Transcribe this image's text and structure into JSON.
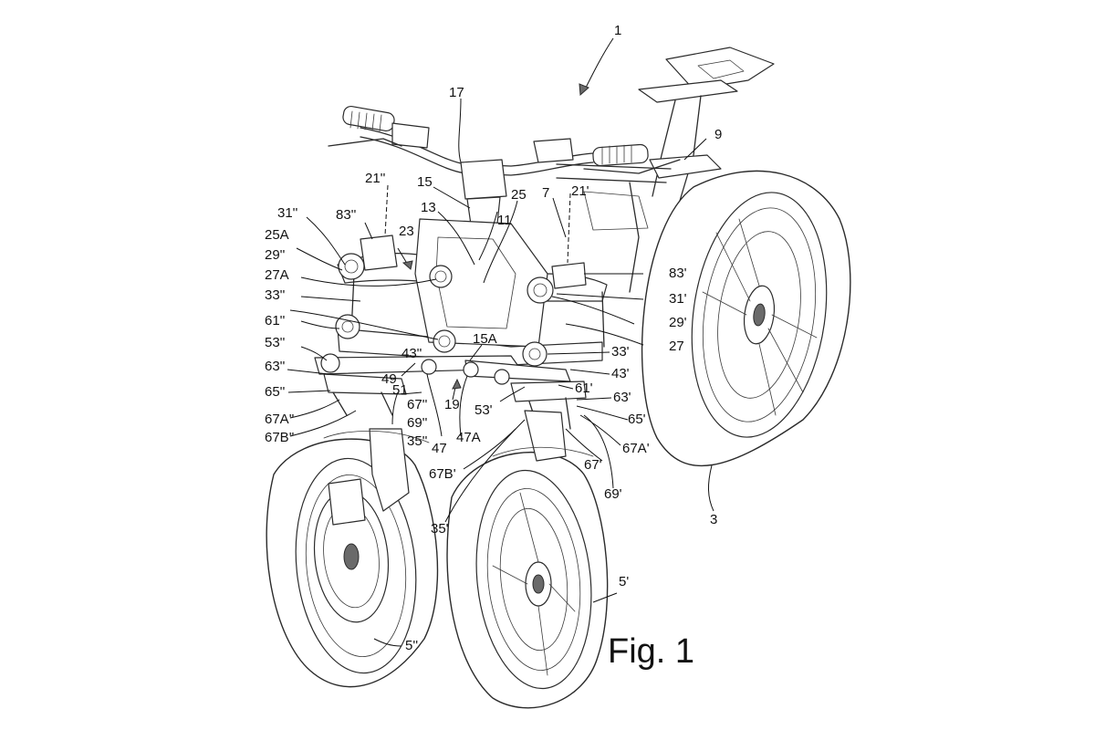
{
  "figure": {
    "caption": "Fig. 1",
    "labels": {
      "l1": "1",
      "l3": "3",
      "l5p": "5'",
      "l5pp": "5''",
      "l7": "7",
      "l9": "9",
      "l11": "11",
      "l13": "13",
      "l15": "15",
      "l15A": "15A",
      "l17": "17",
      "l19": "19",
      "l21p": "21'",
      "l21pp": "21''",
      "l23": "23",
      "l25": "25",
      "l25A": "25A",
      "l27": "27",
      "l27A": "27A",
      "l29p": "29'",
      "l29pp": "29''",
      "l31p": "31'",
      "l31pp": "31''",
      "l33p": "33'",
      "l33pp": "33''",
      "l35p": "35'",
      "l35pp": "35''",
      "l43p": "43'",
      "l43pp": "43''",
      "l47": "47",
      "l47A": "47A",
      "l49": "49",
      "l51": "51",
      "l53p": "53'",
      "l53pp": "53''",
      "l61p": "61'",
      "l61pp": "61''",
      "l63p": "63'",
      "l63pp": "63''",
      "l65p": "65'",
      "l65pp": "65''",
      "l67p": "67'",
      "l67pp": "67''",
      "l67Ap": "67A'",
      "l67App": "67A''",
      "l67Bp": "67B'",
      "l67Bpp": "67B''",
      "l69p": "69'",
      "l69pp": "69''",
      "l83p": "83'",
      "l83pp": "83''"
    }
  }
}
